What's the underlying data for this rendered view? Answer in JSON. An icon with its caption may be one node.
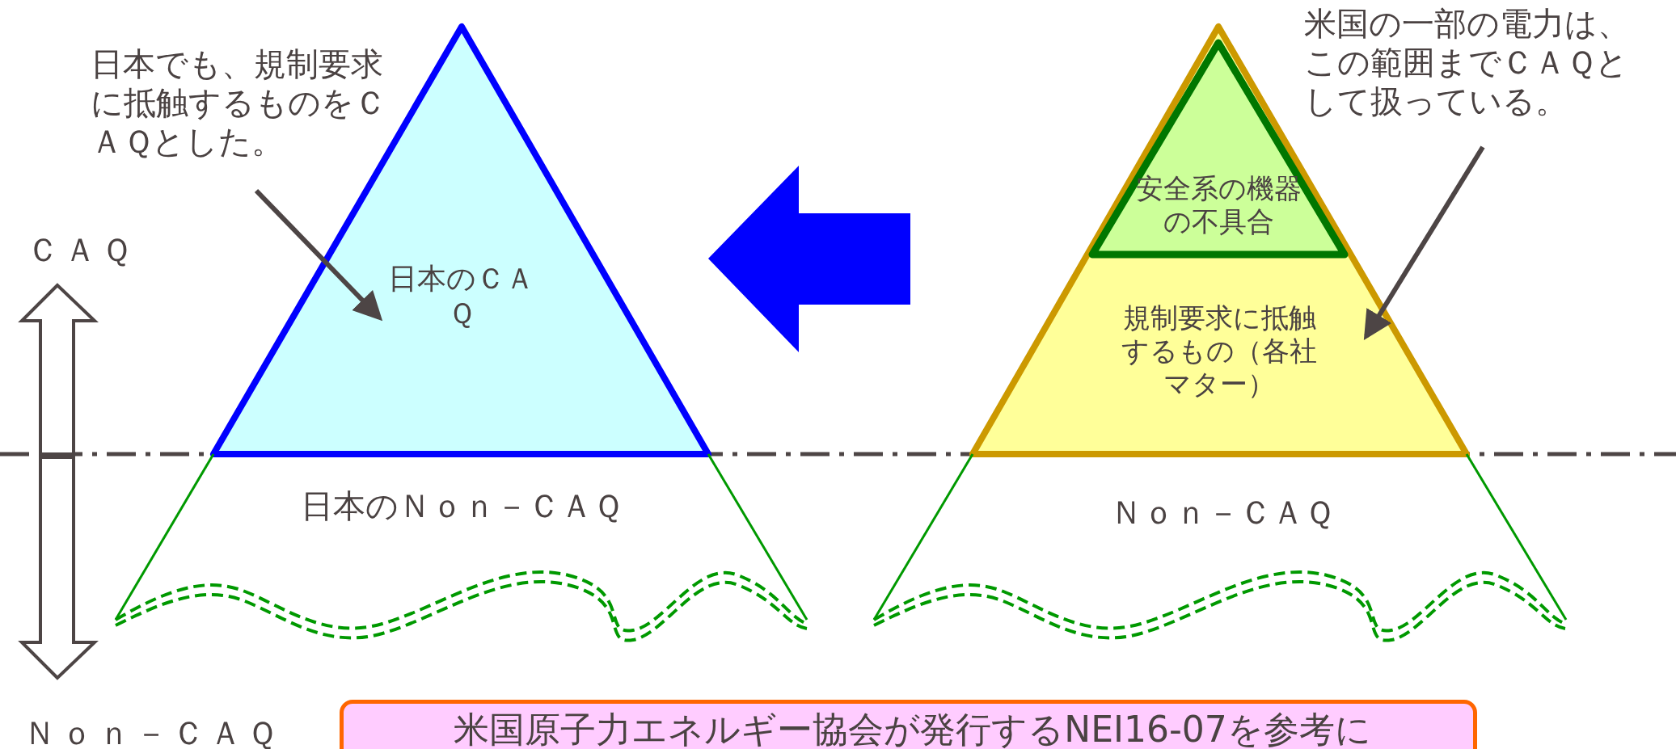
{
  "diagram": {
    "nodes": [
      {
        "text": [
          "日本でも、規制要求に抵触するものをＣＡＱとした。"
        ]
      },
      {
        "text": [
          "日本のＣＡＱ"
        ]
      },
      {
        "text": [
          "日本のＮｏｎ－ＣＡＱ"
        ]
      },
      {
        "text": [
          "規制要求に抵触するもの（各社マター）"
        ]
      },
      {
        "text": [
          "安全系の機器の不具合"
        ],
        "in": 3
      },
      {
        "text": [
          "Ｎｏｎ－ＣＡＱ"
        ]
      },
      {
        "text": [
          "米国の一部の電力は、この範囲までＣＡＱとして扱っている。"
        ]
      },
      {
        "text": [
          "米国原子力エネルギー協会が発行するNEI16-07を参考に"
        ]
      }
    ],
    "edges": [
      {
        "from": 0,
        "to": 1,
        "arrow": "to"
      },
      {
        "from": 6,
        "to": 3,
        "arrow": "to"
      },
      {
        "from": 3,
        "to": 1,
        "arrow": "to",
        "style": "thick",
        "color": "#0000ff"
      }
    ],
    "labels": [
      "ＣＡＱ",
      "Ｎｏｎ－ＣＡＱ"
    ]
  }
}
